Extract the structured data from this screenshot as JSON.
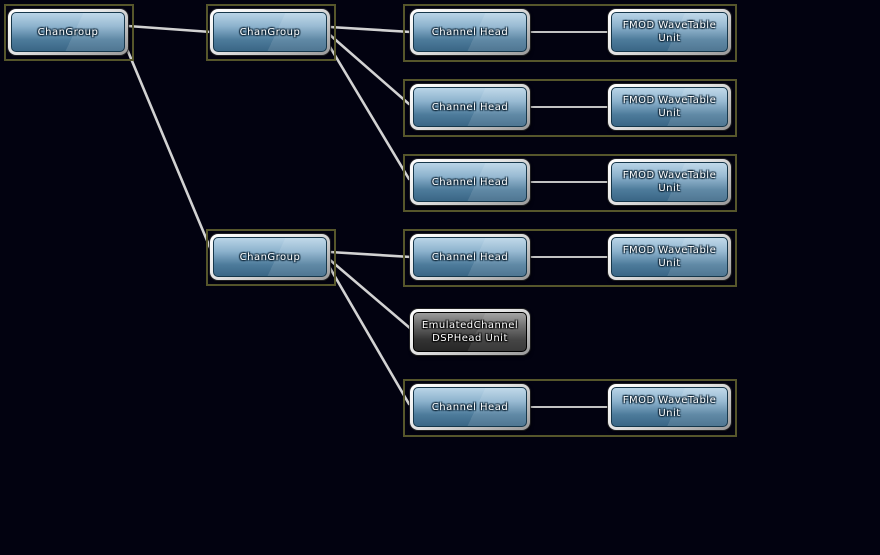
{
  "diagram": {
    "description": "DSP node graph",
    "colors": {
      "background": "#020210",
      "group_border": "#56562b",
      "edge_line": "#d2d2d2",
      "node_frame_light": "#ffffff",
      "node_frame_dark": "#989898",
      "blue_node_top": "#b9d4e7",
      "blue_node_bottom": "#3a6685",
      "dark_node_top": "#9c9c9c",
      "dark_node_bottom": "#262626",
      "label_text": "#ffffff"
    },
    "nodes": [
      {
        "id": "changroup-root",
        "label": "ChanGroup",
        "type": "blue"
      },
      {
        "id": "changroup-a",
        "label": "ChanGroup",
        "type": "blue"
      },
      {
        "id": "changroup-b",
        "label": "ChanGroup",
        "type": "blue"
      },
      {
        "id": "channel-head-1",
        "label": "Channel Head",
        "type": "blue"
      },
      {
        "id": "fmod-wavetable-1",
        "label": "FMOD WaveTable Unit",
        "type": "blue"
      },
      {
        "id": "channel-head-2",
        "label": "Channel Head",
        "type": "blue"
      },
      {
        "id": "fmod-wavetable-2",
        "label": "FMOD WaveTable Unit",
        "type": "blue"
      },
      {
        "id": "channel-head-3",
        "label": "Channel Head",
        "type": "blue"
      },
      {
        "id": "fmod-wavetable-3",
        "label": "FMOD WaveTable Unit",
        "type": "blue"
      },
      {
        "id": "channel-head-4",
        "label": "Channel Head",
        "type": "blue"
      },
      {
        "id": "fmod-wavetable-4",
        "label": "FMOD WaveTable Unit",
        "type": "blue"
      },
      {
        "id": "emulated-channel",
        "label": "EmulatedChannel DSPHead Unit",
        "type": "dark"
      },
      {
        "id": "channel-head-5",
        "label": "Channel Head",
        "type": "blue"
      },
      {
        "id": "fmod-wavetable-5",
        "label": "FMOD WaveTable Unit",
        "type": "blue"
      }
    ],
    "edges": [
      {
        "from": "changroup-root",
        "to": "changroup-a"
      },
      {
        "from": "changroup-root",
        "to": "changroup-b"
      },
      {
        "from": "changroup-a",
        "to": "channel-head-1"
      },
      {
        "from": "changroup-a",
        "to": "channel-head-2"
      },
      {
        "from": "changroup-a",
        "to": "channel-head-3"
      },
      {
        "from": "changroup-b",
        "to": "channel-head-4"
      },
      {
        "from": "changroup-b",
        "to": "emulated-channel"
      },
      {
        "from": "changroup-b",
        "to": "channel-head-5"
      },
      {
        "from": "channel-head-1",
        "to": "fmod-wavetable-1"
      },
      {
        "from": "channel-head-2",
        "to": "fmod-wavetable-2"
      },
      {
        "from": "channel-head-3",
        "to": "fmod-wavetable-3"
      },
      {
        "from": "channel-head-4",
        "to": "fmod-wavetable-4"
      },
      {
        "from": "channel-head-5",
        "to": "fmod-wavetable-5"
      }
    ]
  }
}
